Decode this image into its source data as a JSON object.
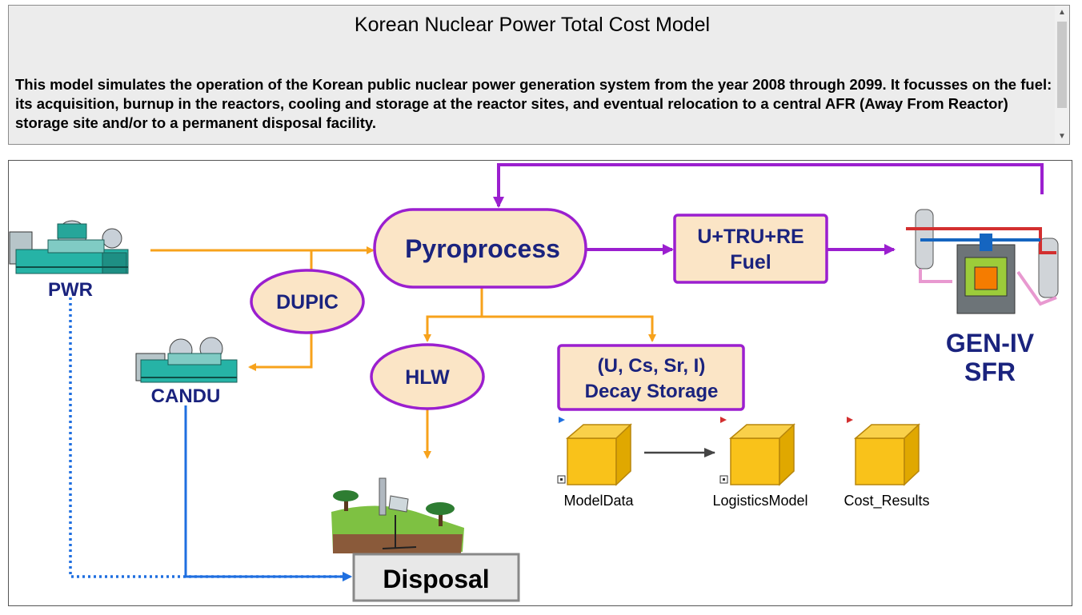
{
  "header": {
    "title": "Korean Nuclear Power Total Cost Model",
    "description": "This model simulates the operation of the Korean public nuclear power generation system from the year 2008 through 2099.  It focusses on the fuel: its acquisition, burnup in the reactors, cooling and storage at the reactor sites, and eventual relocation to a central AFR (Away From Reactor) storage site and/or to a permanent disposal facility."
  },
  "diagram": {
    "reactors": {
      "pwr": "PWR",
      "candu": "CANDU",
      "gen4_line1": "GEN-IV",
      "gen4_line2": "SFR"
    },
    "processes": {
      "pyroprocess": "Pyroprocess",
      "dupic": "DUPIC",
      "hlw": "HLW",
      "fuel_line1": "U+TRU+RE",
      "fuel_line2": "Fuel",
      "decay_line1": "(U, Cs, Sr, I)",
      "decay_line2": "Decay Storage",
      "disposal": "Disposal"
    },
    "model_containers": [
      {
        "label": "ModelData",
        "marker": "blue"
      },
      {
        "label": "LogisticsModel",
        "marker": "red"
      },
      {
        "label": "Cost_Results",
        "marker": "red"
      }
    ]
  },
  "colors": {
    "orange_arrow": "#f7a21b",
    "purple_arrow": "#9b1fcf",
    "blue_link": "#1f6fe0",
    "node_fill": "#fbe5c6",
    "container_fill": "#f9c21a",
    "text_navy": "#1a237e"
  },
  "icons": {
    "scroll_up": "▲",
    "scroll_down": "▼",
    "expand": "▪",
    "pwr": "pwr-plant-icon",
    "candu": "candu-plant-icon",
    "sfr": "sfr-reactor-icon",
    "disposal": "disposal-site-icon"
  }
}
